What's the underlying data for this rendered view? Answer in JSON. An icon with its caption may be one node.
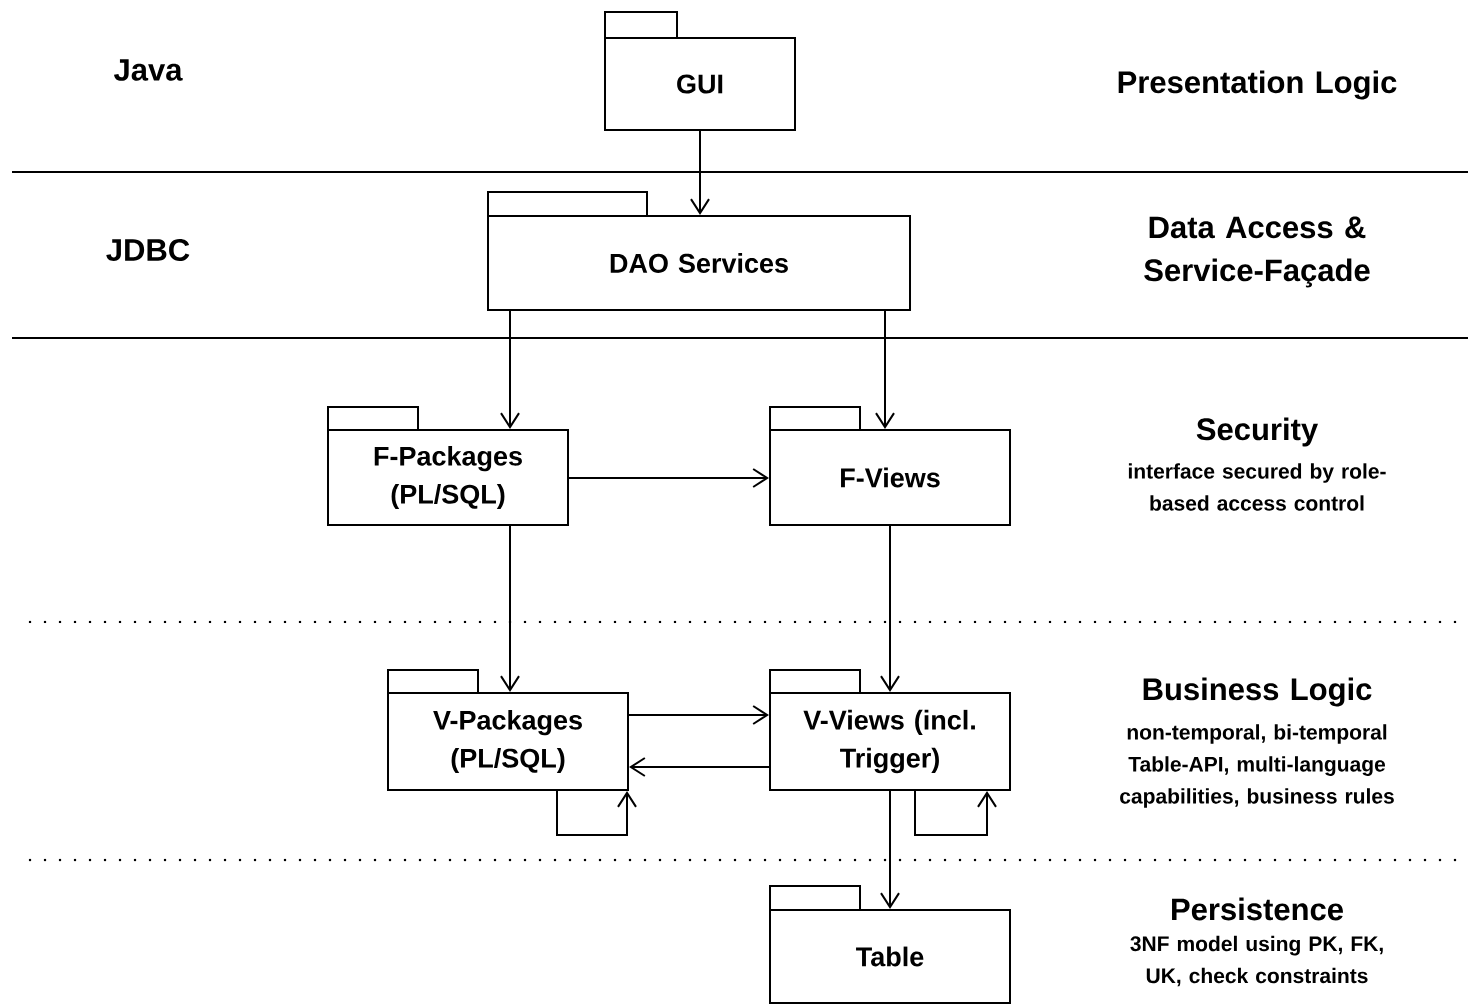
{
  "diagram": {
    "nodes": [
      {
        "text": [
          "GUI"
        ]
      },
      {
        "text": [
          "DAO Services"
        ]
      },
      {
        "text": [
          "F-Packages (PL/SQL)"
        ]
      },
      {
        "text": [
          "F-Views"
        ]
      },
      {
        "text": [
          "V-Packages (PL/SQL)"
        ]
      },
      {
        "text": [
          "V-Views (incl. Trigger)"
        ]
      },
      {
        "text": [
          "Table"
        ]
      }
    ],
    "edges": [
      {
        "from": 0,
        "to": 1,
        "arrow": "to"
      },
      {
        "from": 1,
        "to": 2,
        "arrow": "to"
      },
      {
        "from": 1,
        "to": 3,
        "arrow": "to"
      },
      {
        "from": 2,
        "to": 3,
        "arrow": "to"
      },
      {
        "from": 2,
        "to": 4,
        "arrow": "to"
      },
      {
        "from": 3,
        "to": 5,
        "arrow": "to"
      },
      {
        "from": 4,
        "to": 5,
        "arrow": "to"
      },
      {
        "from": 5,
        "to": 4,
        "arrow": "to"
      },
      {
        "from": 4,
        "to": 4,
        "arrow": "to"
      },
      {
        "from": 5,
        "to": 5,
        "arrow": "to"
      },
      {
        "from": 5,
        "to": 6,
        "arrow": "to"
      }
    ],
    "labels": [
      "Java",
      "Presentation Logic",
      "JDBC",
      "Data Access & Service-Façade",
      "Security",
      "interface secured by role-based access control",
      "Business Logic",
      "non-temporal, bi-temporal Table-API, multi-language capabilities, business rules",
      "Persistence",
      "3NF model using PK, FK, UK, check constraints"
    ]
  }
}
